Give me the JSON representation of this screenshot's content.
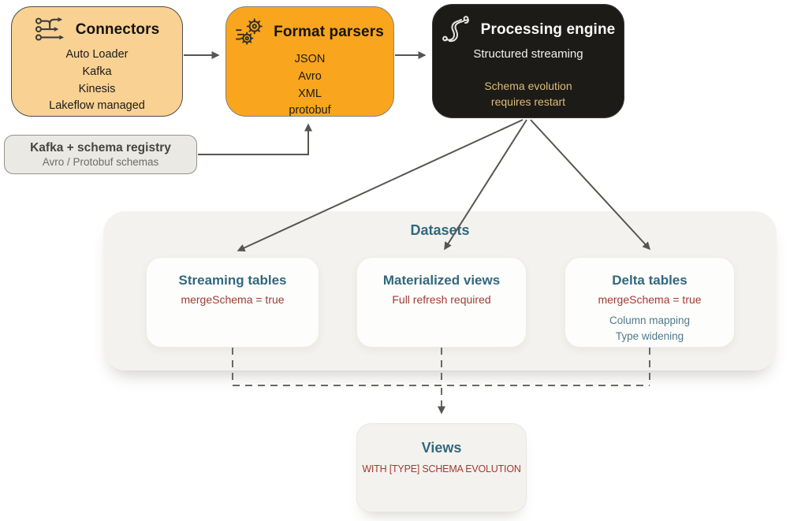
{
  "colors": {
    "connectors_fill": "#F9D193",
    "parsers_fill": "#F9A51D",
    "engine_fill": "#1D1B18",
    "registry_fill": "#EBE9E3",
    "datasets_fill": "#F4F2EE",
    "card_fill": "#FDFDFB",
    "teal": "#31687E",
    "red": "#A13B33",
    "gold": "#D9BE79",
    "arrow_gray": "#57554F"
  },
  "icons": {
    "connectors": "merge-flow-icon",
    "format_parsers": "gears-icon",
    "processing_engine": "stream-icon"
  },
  "boxes": {
    "connectors": {
      "title": "Connectors",
      "items": [
        "Auto Loader",
        "Kafka",
        "Kinesis",
        "Lakeflow managed"
      ]
    },
    "format_parsers": {
      "title": "Format parsers",
      "items": [
        "JSON",
        "Avro",
        "XML",
        "protobuf"
      ]
    },
    "processing_engine": {
      "title": "Processing engine",
      "subtitle": "Structured streaming",
      "note_line1": "Schema evolution",
      "note_line2": "requires restart"
    },
    "kafka_registry": {
      "title": "Kafka + schema registry",
      "subtitle": "Avro / Protobuf schemas"
    },
    "datasets": {
      "title": "Datasets",
      "streaming_tables": {
        "title": "Streaming tables",
        "note": "mergeSchema = true"
      },
      "materialized_views": {
        "title": "Materialized views",
        "note": "Full refresh required"
      },
      "delta_tables": {
        "title": "Delta tables",
        "note": "mergeSchema = true",
        "extra1": "Column mapping",
        "extra2": "Type widening"
      }
    },
    "views": {
      "title": "Views",
      "note": "WITH [TYPE] SCHEMA EVOLUTION"
    }
  }
}
